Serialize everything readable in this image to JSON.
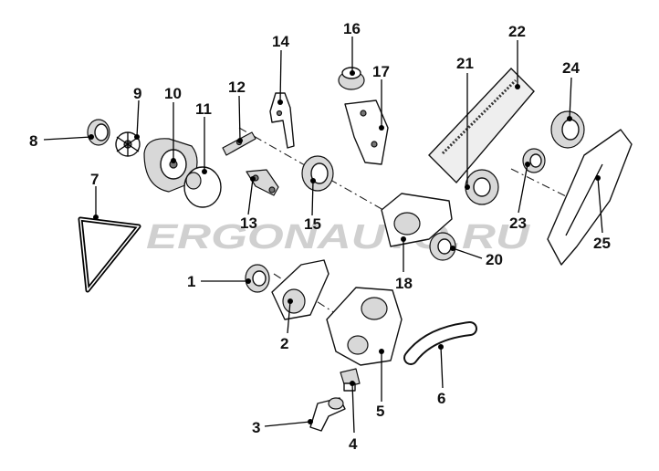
{
  "watermark": "ERGONAUTO.RU",
  "callouts": [
    "1",
    "2",
    "3",
    "4",
    "5",
    "6",
    "7",
    "8",
    "9",
    "10",
    "11",
    "12",
    "13",
    "14",
    "15",
    "16",
    "17",
    "18",
    "20",
    "21",
    "22",
    "23",
    "24",
    "25"
  ]
}
